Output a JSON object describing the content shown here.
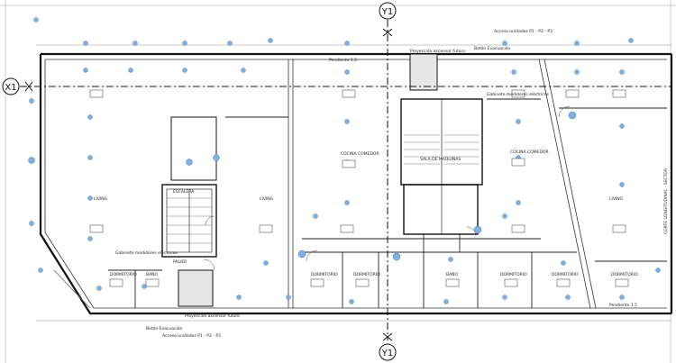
{
  "axes": {
    "y1_top": "Y1",
    "y1_bottom": "Y1",
    "x1": "X1"
  },
  "slopes": {
    "top": "Pendiente 1.5",
    "bottom": "Pendiente 1.5"
  },
  "notes": {
    "proyeccion_top": "Proyección ascensor futuro",
    "boton_top": "Botón Evacuación",
    "acceso_top": "Acceso unidades P1 - P2 - P3",
    "gabinete_left": "Gabinete medidores eléctricos",
    "gabinete_right": "Gabinete medidores eléctricos",
    "proyeccion_bottom": "Proyección ascensor futuro",
    "boton_bottom": "Botón Evacuación",
    "acceso_bottom": "Acceso unidades P1 - P2 - P3",
    "side_text": "CORTE LONGITUDINAL - SECTOR"
  },
  "rooms": {
    "living_left": "LIVING",
    "living_center": "LIVING",
    "living_right": "LIVING",
    "cocina_left": "COCINA COMEDOR",
    "cocina_right": "COCINA COMEDOR",
    "dorm_1": "DORMITORIO",
    "dorm_2": "DORMITORIO",
    "dorm_3": "DORMITORIO",
    "dorm_4": "DORMITORIO",
    "dorm_5": "DORMITORIO",
    "dorm_6": "DORMITORIO",
    "bano_1": "BAÑO",
    "bano_2": "BAÑO",
    "sala": "SALA DE MAQUINAS",
    "escalera": "ESCALERA",
    "palier": "PALIER"
  }
}
